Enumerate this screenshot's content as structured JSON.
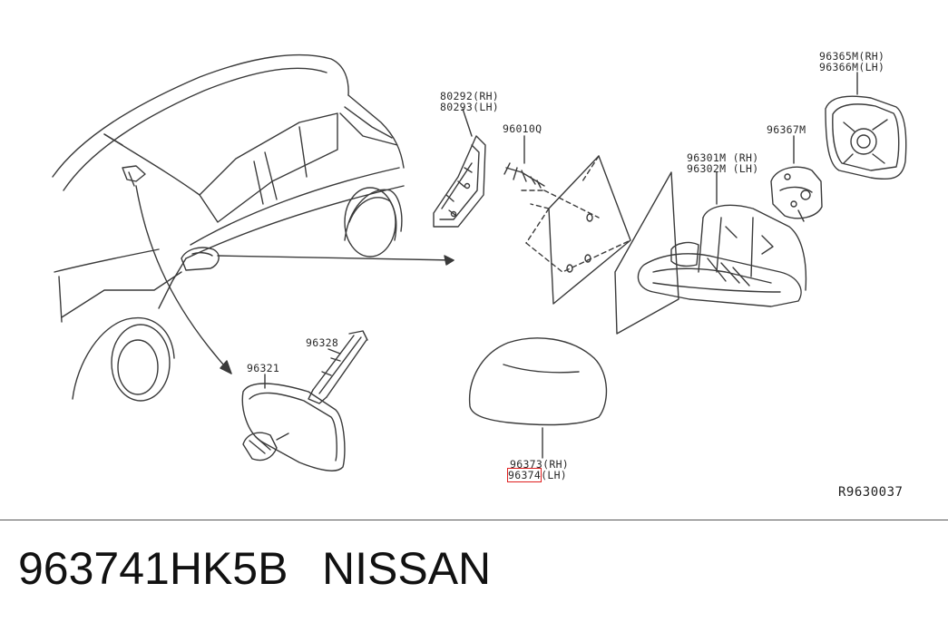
{
  "labels": {
    "p80292": "80292(RH)",
    "p80293": "80293(LH)",
    "p96010": "96010Q",
    "p96365": "96365M(RH)",
    "p96366": "96366M(LH)",
    "p96367": "96367M",
    "p96301": "96301M (RH)",
    "p96302": "96302M (LH)",
    "p96328": "96328",
    "p96321": "96321",
    "p96373": "96373(RH)",
    "p96374_num": "96374",
    "p96374_side": "(LH)"
  },
  "reference_code": "R9630037",
  "footer": {
    "part_number": "963741HK5B",
    "brand": "NISSAN"
  },
  "colors": {
    "line": "#3a3a3a",
    "highlight": "#e02020",
    "background": "#ffffff"
  }
}
